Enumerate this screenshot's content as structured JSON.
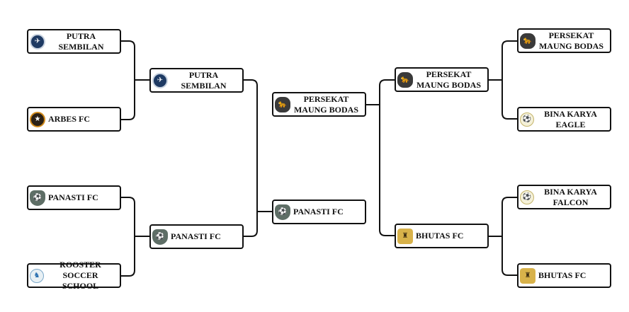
{
  "bracket": {
    "left_round1": [
      {
        "name": "PUTRA SEMBILAN",
        "logo": "putra-sembilan-logo"
      },
      {
        "name": "ARBES FC",
        "logo": "arbes-fc-logo"
      },
      {
        "name": "PANASTI FC",
        "logo": "panasti-fc-logo"
      },
      {
        "name": "ROOSTER SOCCER SCHOOL",
        "logo": "rooster-soccer-school-logo"
      }
    ],
    "left_round2": [
      {
        "name": "PUTRA SEMBILAN",
        "logo": "putra-sembilan-logo"
      },
      {
        "name": "PANASTI FC",
        "logo": "panasti-fc-logo"
      }
    ],
    "final": [
      {
        "name": "PERSEKAT MAUNG BODAS",
        "logo": "persekat-logo"
      },
      {
        "name": "PANASTI FC",
        "logo": "panasti-fc-logo"
      }
    ],
    "right_round2": [
      {
        "name": "PERSEKAT MAUNG BODAS",
        "logo": "persekat-logo"
      },
      {
        "name": "BHUTAS FC",
        "logo": "bhutas-fc-logo"
      }
    ],
    "right_round1": [
      {
        "name": "PERSEKAT MAUNG BODAS",
        "logo": "persekat-logo"
      },
      {
        "name": "BINA KARYA EAGLE",
        "logo": "bina-karya-logo"
      },
      {
        "name": "BINA KARYA FALCON",
        "logo": "bina-karya-logo"
      },
      {
        "name": "BHUTAS FC",
        "logo": "bhutas-fc-logo"
      }
    ]
  }
}
